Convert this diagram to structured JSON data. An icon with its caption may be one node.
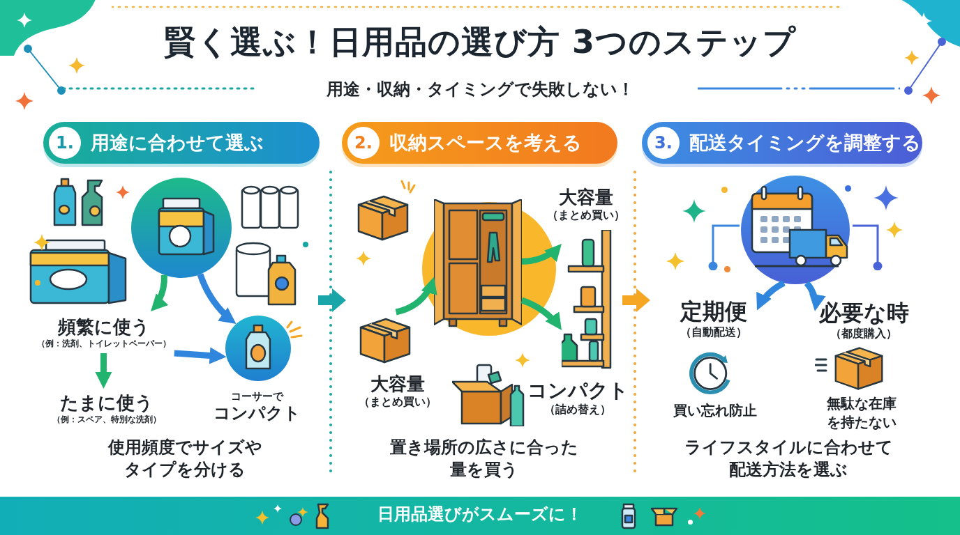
{
  "diagram": {
    "title": "賢く選ぶ！日用品の選び方 3つのステップ",
    "nodes": [
      {
        "text": [
          "1.",
          "用途に合わせて選ぶ"
        ]
      },
      {
        "text": [
          "2.",
          "収納スペースを考える"
        ]
      },
      {
        "text": [
          "3.",
          "配送タイミングを調整する"
        ]
      },
      {
        "text": [],
        "shape": "picture"
      },
      {
        "text": [
          "頻繁に使う",
          "（例：洗剤、トイレットペーパー）"
        ]
      },
      {
        "text": [],
        "shape": "picture"
      },
      {
        "text": [
          "たまに使う",
          "（例：スペア、特別な洗剤）"
        ]
      },
      {
        "text": [
          "コーサーで",
          "コンパクト"
        ]
      },
      {
        "text": [],
        "shape": "picture"
      },
      {
        "text": [
          "大容量",
          "（まとめ買い）"
        ]
      },
      {
        "text": [],
        "shape": "picture"
      },
      {
        "text": [
          "大容量",
          "（まとめ買い）"
        ]
      },
      {
        "text": [],
        "shape": "picture"
      },
      {
        "text": [
          "コンパクト",
          "（詰め替え）"
        ]
      },
      {
        "text": [],
        "shape": "picture"
      },
      {
        "text": [
          "定期便",
          "（自動配送）"
        ]
      },
      {
        "text": [
          "必要な時",
          "（都度購入）"
        ]
      }
    ],
    "edges": [
      {
        "from": 3,
        "to": 4,
        "arrow": "to"
      },
      {
        "from": 3,
        "to": 5,
        "arrow": "to",
        "color": "#2f86dc"
      },
      {
        "from": 4,
        "to": 6,
        "arrow": "to"
      },
      {
        "from": 4,
        "to": 5,
        "arrow": "to",
        "color": "#2f86dc"
      },
      {
        "from": 8,
        "to": 10,
        "arrow": "to"
      },
      {
        "from": 10,
        "to": 12,
        "arrow": "to"
      },
      {
        "from": 10,
        "to": 12,
        "arrow": "to"
      },
      {
        "from": 14,
        "to": 15,
        "arrow": "to",
        "color": "#2f86dc"
      },
      {
        "from": 14,
        "to": 16,
        "arrow": "to",
        "color": "#2f86dc"
      }
    ],
    "labels": [
      "用途・収納・タイミングで失敗しない！",
      "使用頻度でサイズやタイプを分ける",
      "置き場所の広さに合った量を買う",
      "買い忘れ防止",
      "無駄な在庫を持たない",
      "ライフスタイルに合わせて配送方法を選ぶ",
      "日用品選びがスムーズに！"
    ]
  }
}
